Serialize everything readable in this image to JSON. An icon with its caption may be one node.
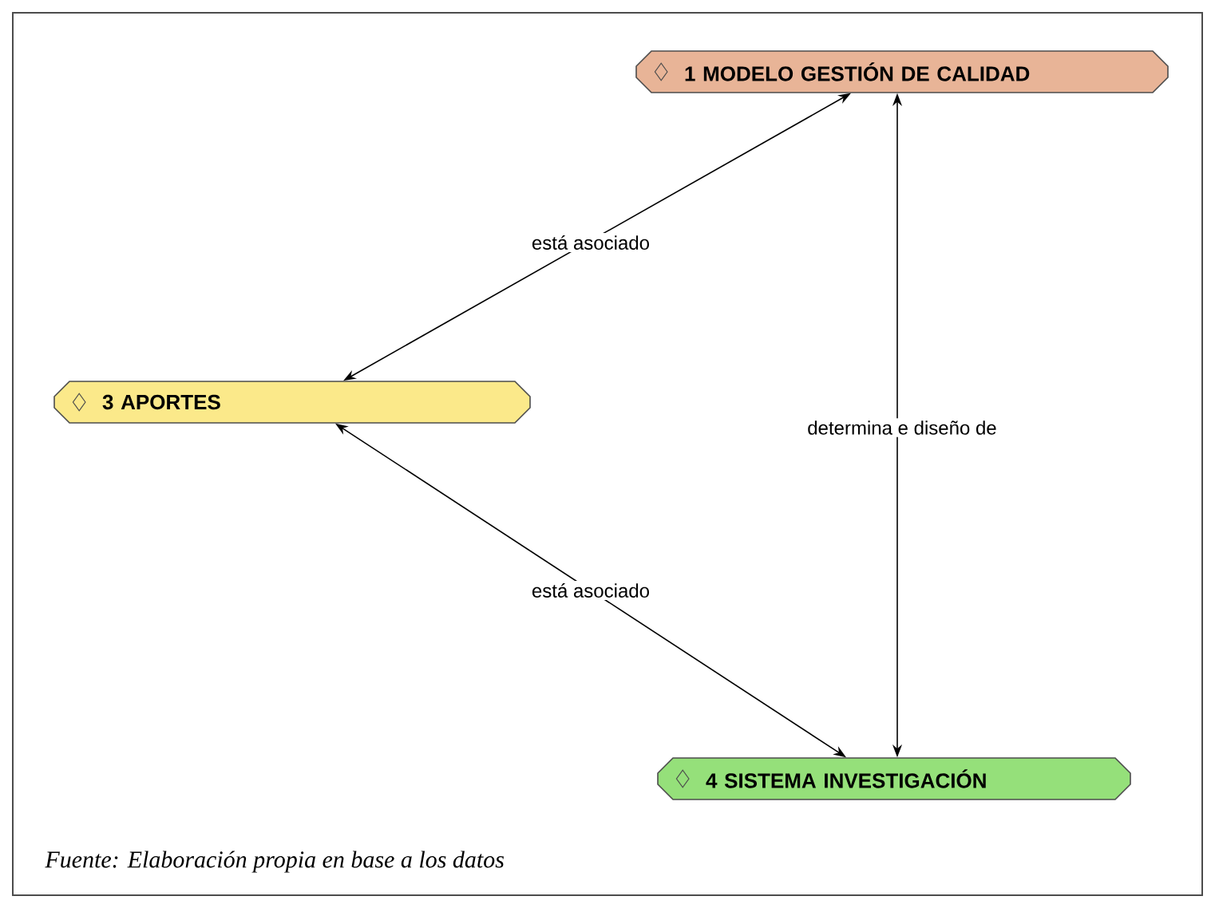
{
  "diagram": {
    "caption": "Fuente: Elaboración propia en base a los datos",
    "nodes": [
      {
        "text": [
          "1 MODELO GESTIÓN DE CALIDAD"
        ]
      },
      {
        "text": [
          "3 APORTES"
        ]
      },
      {
        "text": [
          "4 SISTEMA INVESTIGACIÓN"
        ]
      }
    ],
    "edges": [
      {
        "from": 1,
        "to": 0,
        "arrow": "both",
        "label": "está asociado"
      },
      {
        "from": 0,
        "to": 2,
        "arrow": "both",
        "label": "determina e diseño de"
      },
      {
        "from": 1,
        "to": 2,
        "arrow": "both",
        "label": "está asociado"
      }
    ]
  }
}
